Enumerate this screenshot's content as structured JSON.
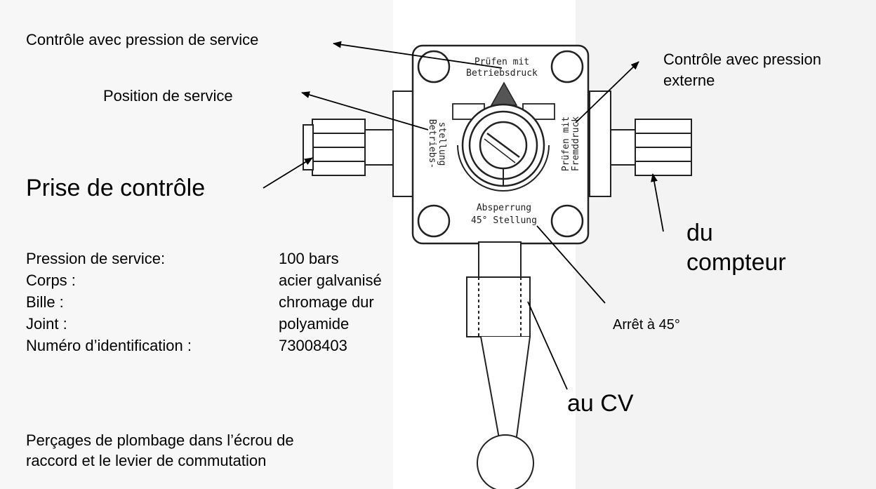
{
  "callouts": {
    "operating_pressure_check": "Contrôle avec pression de service",
    "external_pressure_check_line1": "Contrôle avec pression",
    "external_pressure_check_line2": "externe",
    "service_position": "Position de service",
    "test_port": "Prise de contrôle",
    "meter_line1": "du",
    "meter_line2": "compteur",
    "stop_45": "Arrêt à 45°",
    "to_cv": "au CV"
  },
  "specs": [
    {
      "label": "Pression de service:",
      "value": "100 bars"
    },
    {
      "label": "Corps :",
      "value": "acier galvanisé"
    },
    {
      "label": "Bille :",
      "value": "chromage dur"
    },
    {
      "label": "Joint :",
      "value": "polyamide"
    },
    {
      "label": "Numéro d’identification :",
      "value": "73008403"
    }
  ],
  "note": {
    "line1": "Perçages de plombage dans l’écrou de",
    "line2": "raccord et le levier de commutation"
  },
  "valve_engravings": {
    "top_line1": "Prüfen mit",
    "top_line2": "Betriebsdruck",
    "left_line1": "Betriebs-",
    "left_line2": "stellung",
    "right_line1": "Prüfen mit",
    "right_line2": "Fremddruck",
    "bottom_line1": "Absperrung",
    "bottom_line2": "45° Stellung"
  }
}
